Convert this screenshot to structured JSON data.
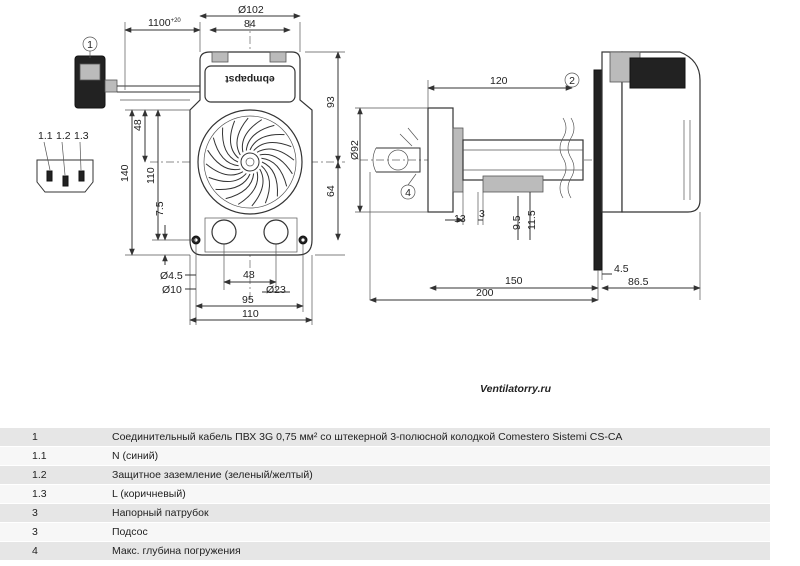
{
  "drawing": {
    "brand_text": "ebmpapst",
    "watermark": "Ventilatorry.ru",
    "callouts": {
      "c1": "1",
      "c11": "1.1",
      "c12": "1.2",
      "c13": "1.3",
      "c2": "2",
      "c4": "4"
    },
    "front_dims": {
      "cable": "1100",
      "cable_sup": "+20",
      "d102": "Ø102",
      "w84": "84",
      "h93": "93",
      "h48": "48",
      "h140": "140",
      "h110": "110",
      "h64": "64",
      "h7_5": "7.5",
      "d4_5": "Ø4.5",
      "d10": "Ø10",
      "w48": "48",
      "d23": "Ø23",
      "w95": "95",
      "w110": "110"
    },
    "side_dims": {
      "l120": "120",
      "d92": "Ø92",
      "l13": "13",
      "l3": "3",
      "l9_5": "9.5",
      "l11_5": "11.5",
      "l150": "150",
      "l200": "200",
      "l4_5": "4.5",
      "l86_5": "86.5"
    }
  },
  "legend": [
    {
      "key": "1",
      "text": "Соединительный кабель ПВХ 3G 0,75 мм² со штекерной 3-полюсной колодкой Comestero Sistemi CS-CA"
    },
    {
      "key": "1.1",
      "text": "N (синий)"
    },
    {
      "key": "1.2",
      "text": "Защитное заземление (зеленый/желтый)"
    },
    {
      "key": "1.3",
      "text": "L (коричневый)"
    },
    {
      "key": "3",
      "text": "Напорный патрубок"
    },
    {
      "key": "3",
      "text": "Подсос"
    },
    {
      "key": "4",
      "text": "Макс. глубина погружения"
    }
  ]
}
